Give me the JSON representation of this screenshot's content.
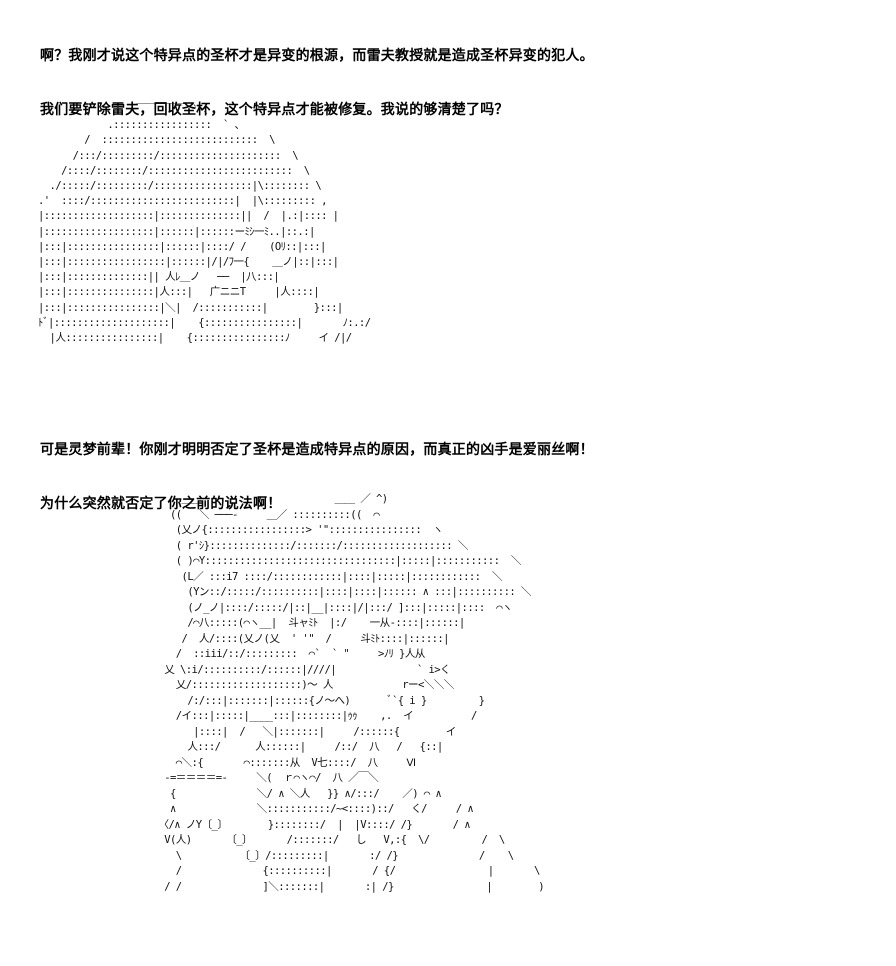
{
  "dialogue_1": {
    "line_1": "啊？我刚才说这个特异点的圣杯才是异变的根源，而雷夫教授就是造成圣杯异变的犯人。",
    "line_2": "我们要铲除雷夫，回收圣杯，这个特异点才能被修复。我说的够清楚了吗？"
  },
  "dialogue_2": {
    "line_1": "可是灵梦前辈！你刚才明明否定了圣杯是造成特异点的原因，而真正的凶手是爱丽丝啊！",
    "line_2": "为什么突然就否定了你之前的说法啊！"
  },
  "ascii_art_1": "              ,  ￣￣￣￣￣ ` 、\n            .:::::::::::::::::  ` 、\n        /  :::::::::::::::::::::::::::  \\\n      /:::/:::::::::/:::::::::::::::::::::  \\\n    /::::/::::::::/:::::::::::::::::::::::::  \\\n  ./:::::/:::::::::/:::::::::::::::::|\\:::::::: \\\n.'  ::::/:::::::::::::::::::::::::|  |\\::::::::: ,\n|:::::::::::::::::::|::::::::::::::||  /  |.:|:::: |\n|:::::::::::::::::::|::::::|::::::ーﾐｼ一ﾐ..|::.:|\n|:::|::::::::::::::::|::::::|::::/ /    (Oﾘ::|:::|\n|:::|:::::::::::::::::|::::::|/|/ﾌ一{    ＿ノ|::|:::|\n|:::|::::::::::::::|| 人ﾚ＿ノ   ──  |八:::|\n|:::|:::::::::::::::|人:::|   广ニニT     |人::::|\n|:::|::::::::::::::::|＼|  /:::::::::::|        }:::|\nﾄﾞ|::::::::::::::::::::|    {::::::::::::::::|       ﾉ:.:/\n  |人::::::::::::::::|    {::::::::::::::::ﾉ     イ /|/",
  "ascii_art_2": "           ＿＿                       ＿＿ ／ ^)\n         ((   ＼ ───-     ＿／ ::::::::::((  ⌒\n          (乂ノ{:::::::::::::::::> '\"::::::::::::::::  ヽ\n          ( r'ｼ}::::::::::::::/:::::::/::::::::::::::::::: ＼\n          ( )⌒Y:::::::::::::::::::::::::::::::::|:::::|:::::::::::  ＼\n           (L／ :::i7 ::::/::::::::::::|::::|:::::|::::::::::::  ＼\n            (Yン::/:::::/::::::::::|::::|::::|:::::: ∧ :::|:::::::::: ＼\n            (ノ_ノ|::::/:::::/|::|__|::::|/|:::/ ]:::|:::::|::::  ⌒ヽ\n            /⌒八:::::(⌒ヽ__|  斗ャﾐﾄ  |:/    一从-::::|::::::|\n           /  人/::::(乂ノ(乂  ' '\"  /     斗ﾐﾄ::::|::::::|\n          /  ::iii/::/:::::::::  ⌒`  ` \"     >ﾉﾘ }人从\n        乂 \\:i/::::::::::/::::::|////|              ` i>く\n          乂/:::::::::::::::::::)〜 人            rー<＼＼＼\n            /:/:::|:::::::|::::::{ノ〜へ)       ﾞ`{ i }         }\n          /イ:::|:::::|____:::|::::::::|ｩｩ    ,.  イ          /\n             |::::|  /   ＼|:::::::|     /::::::{        イ\n            人:::/      人::::::|     /::/  八   /   {::|\n          ⌒＼:{       ⌒:::::::从  V七::::/  八     Ⅵ\n        -=＝＝＝＝=-     ＼(  ｒ⌒ヽ⌒/  八 ／￣＼\n         {              ＼/ ∧ ＼人   }} ∧/:::/    ／) ⌒ ∧\n         ∧              ＼:::::::::::/~<::::)::/   く/     / ∧\n       〈/∧ ノY〔_〕       }::::::::/  |  |V::::/ /}       / ∧\n        V(人)      〔_〕      /:::::::/   し   V,:{  \\/         /  \\\n          \\          〔_〕/:::::::::|       :/ /}              /    \\\n          /              {::::::::::|       / {/                |       \\\n        / /              ]＼:::::::|       :| /}                |        )"
}
